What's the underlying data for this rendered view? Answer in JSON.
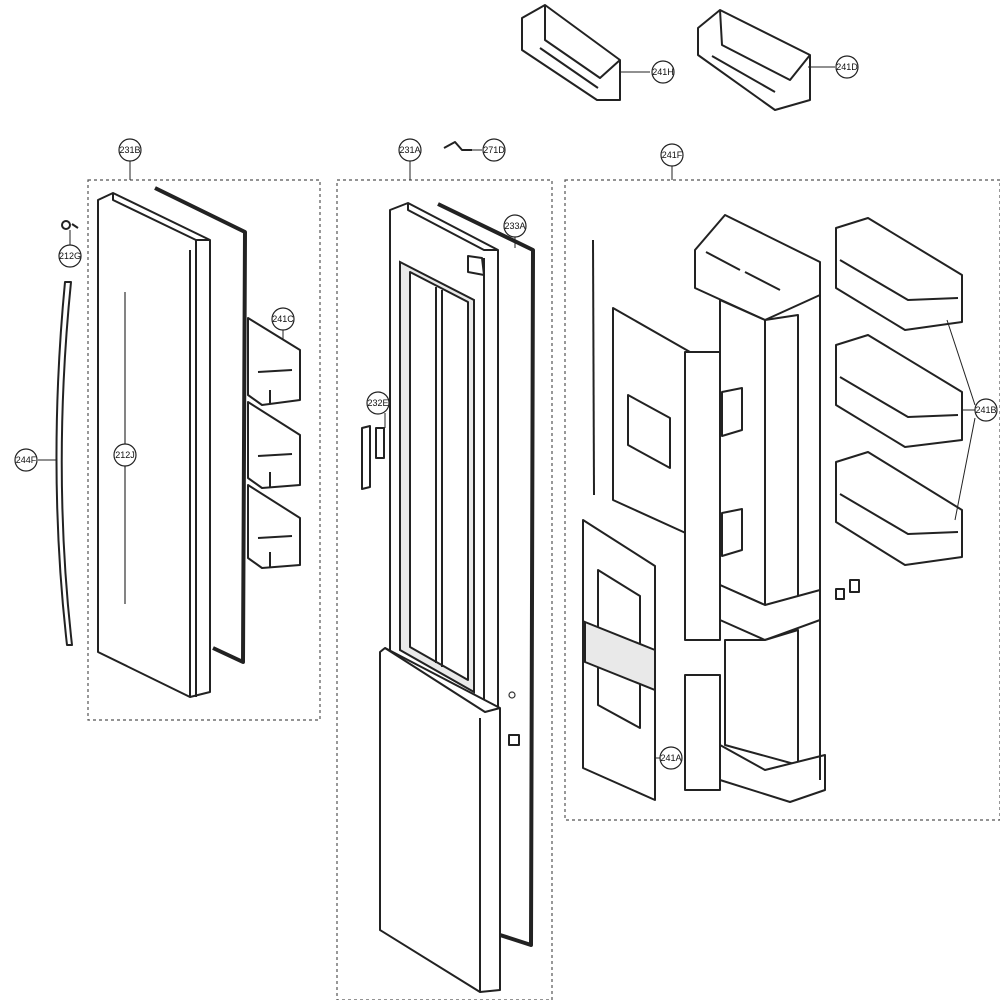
{
  "callouts": {
    "c241H": "241H",
    "c241D": "241D",
    "c231B": "231B",
    "c231A": "231A",
    "c271D": "271D",
    "c241F": "241F",
    "c212G": "212G",
    "c233A": "233A",
    "c241C": "241C",
    "c232E": "232E",
    "c241B": "241B",
    "c244F": "244F",
    "c212J": "212J",
    "c241A": "241A"
  },
  "colors": {
    "line": "#222222",
    "background": "#ffffff",
    "panel_shade": "#e9e9e9"
  }
}
